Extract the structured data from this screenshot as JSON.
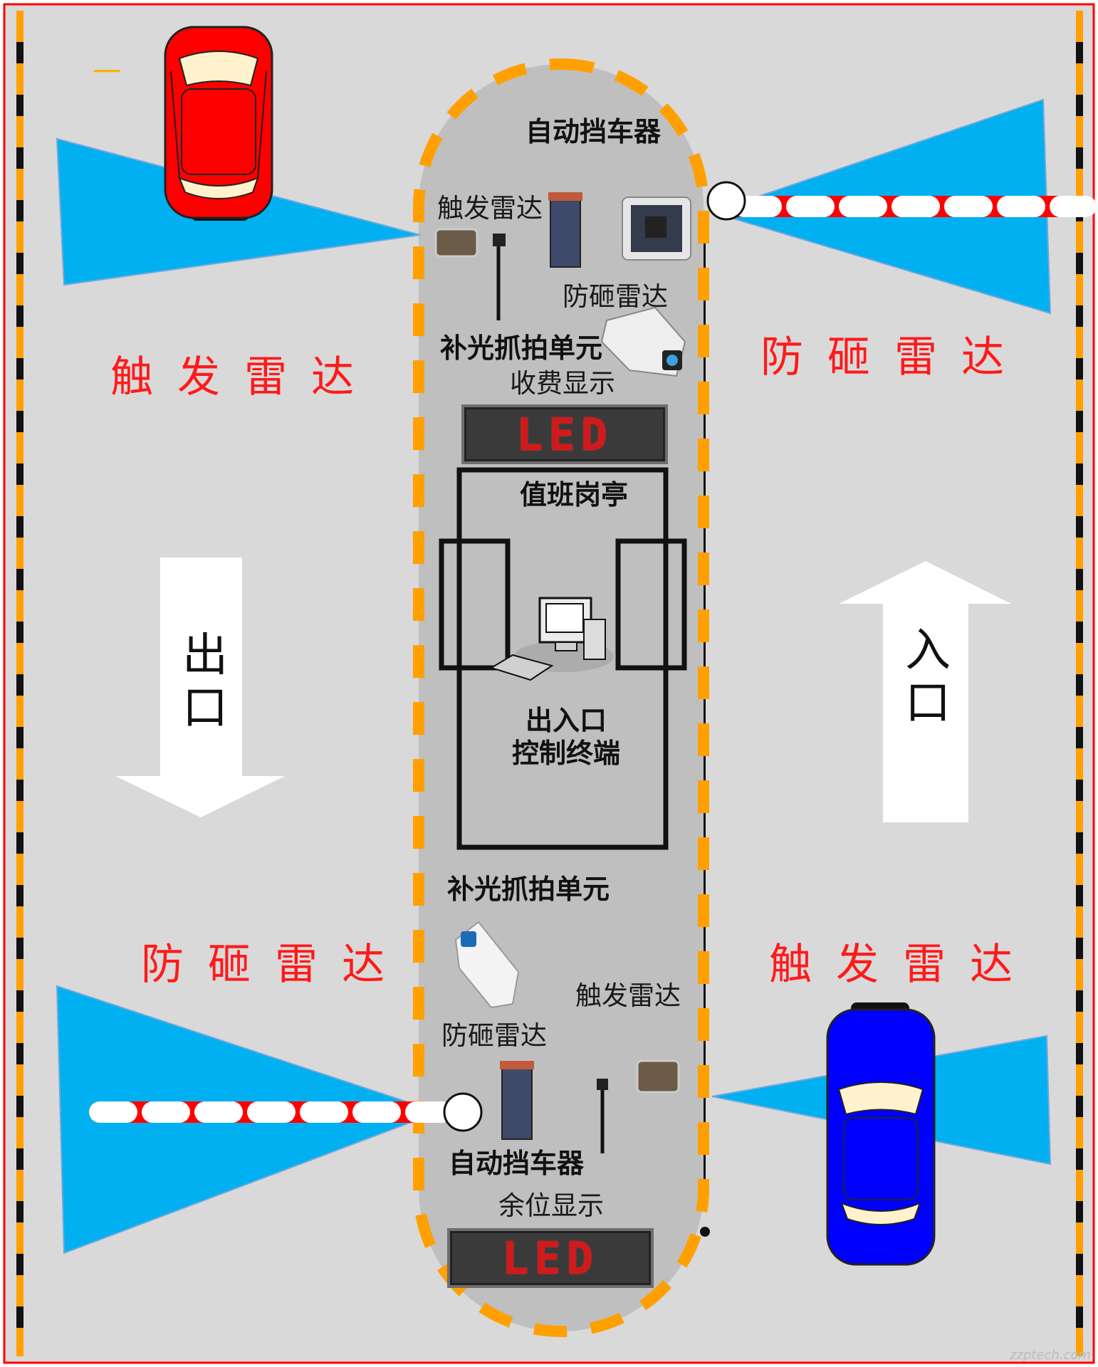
{
  "labels": {
    "auto_barrier_top": "自动挡车器",
    "trigger_radar_top": "触发雷达",
    "anti_smash_radar_top": "防砸雷达",
    "light_capture_top": "补光抓拍单元",
    "toll_display": "收费显示",
    "duty_booth": "值班岗亭",
    "terminal_line1": "出入口",
    "terminal_line2": "控制终端",
    "light_capture_bottom": "补光抓拍单元",
    "trigger_radar_bottom": "触发雷达",
    "anti_smash_radar_bottom": "防砸雷达",
    "auto_barrier_bottom": "自动挡车器",
    "remaining_display": "余位显示",
    "left_top_red": "触发雷达",
    "right_top_red": "防砸雷达",
    "left_bottom_red": "防砸雷达",
    "right_bottom_red": "触发雷达",
    "exit_arrow": "出口",
    "entry_arrow": "入口",
    "led_top": "LED",
    "led_bottom": "LED",
    "corner_mark": "一",
    "watermark": "zzptech.com"
  },
  "colors": {
    "road": "#d9d9d9",
    "island": "#bfbfbf",
    "radar_beam": "#00b0f0",
    "dash_orange": "#ffa000",
    "border_red": "#ff0000",
    "red_car": "#ff0000",
    "blue_car": "#0000ff",
    "label_red": "#ff1a1a"
  },
  "icons": [
    "red-car-icon",
    "blue-car-icon",
    "computer-icon",
    "barrier-gate-icon",
    "camera-icon",
    "radar-sensor-icon",
    "down-arrow-icon",
    "up-arrow-icon"
  ]
}
